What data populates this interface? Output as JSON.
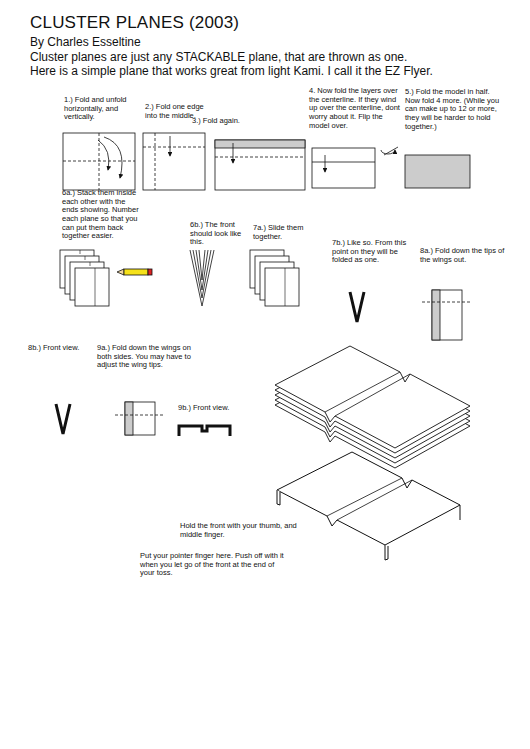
{
  "diagram": {
    "title": "CLUSTER PLANES (2003)",
    "labels": [
      "By Charles Esseltine",
      "Cluster planes are just any STACKABLE plane, that are thrown as one.",
      "Here is a simple plane that works great from light Kami. I call it the EZ Flyer.",
      "1.) Fold and unfold horizontally, and vertically.",
      "2.) Fold one edge into the middle.",
      "3.) Fold again.",
      "4. Now fold the layers over the centerline. If they wind up over the centerline, dont worry about it. Flip the model over.",
      "5.) Fold the model in half. Now fold 4 more. (While you can make up to 12 or more, they will be harder to hold together.)",
      "6a.) Stack them inside each other with the ends showing. Number each plane so that you can put them back together easier.",
      "6b.) The front should look like this.",
      "7a.) Slide them together.",
      "7b.) Like so. From this point on they will be folded as one.",
      "8a.) Fold down the tips of the wings out.",
      "8b.) Front view.",
      "9a.) Fold down the wings on both sides. You may have to adjust the wing tips.",
      "9b.) Front view.",
      "Hold the front with your thumb, and middle finger.",
      "Put your pointer finger here. Push off with it when you let go of the front at the end of your toss."
    ]
  }
}
